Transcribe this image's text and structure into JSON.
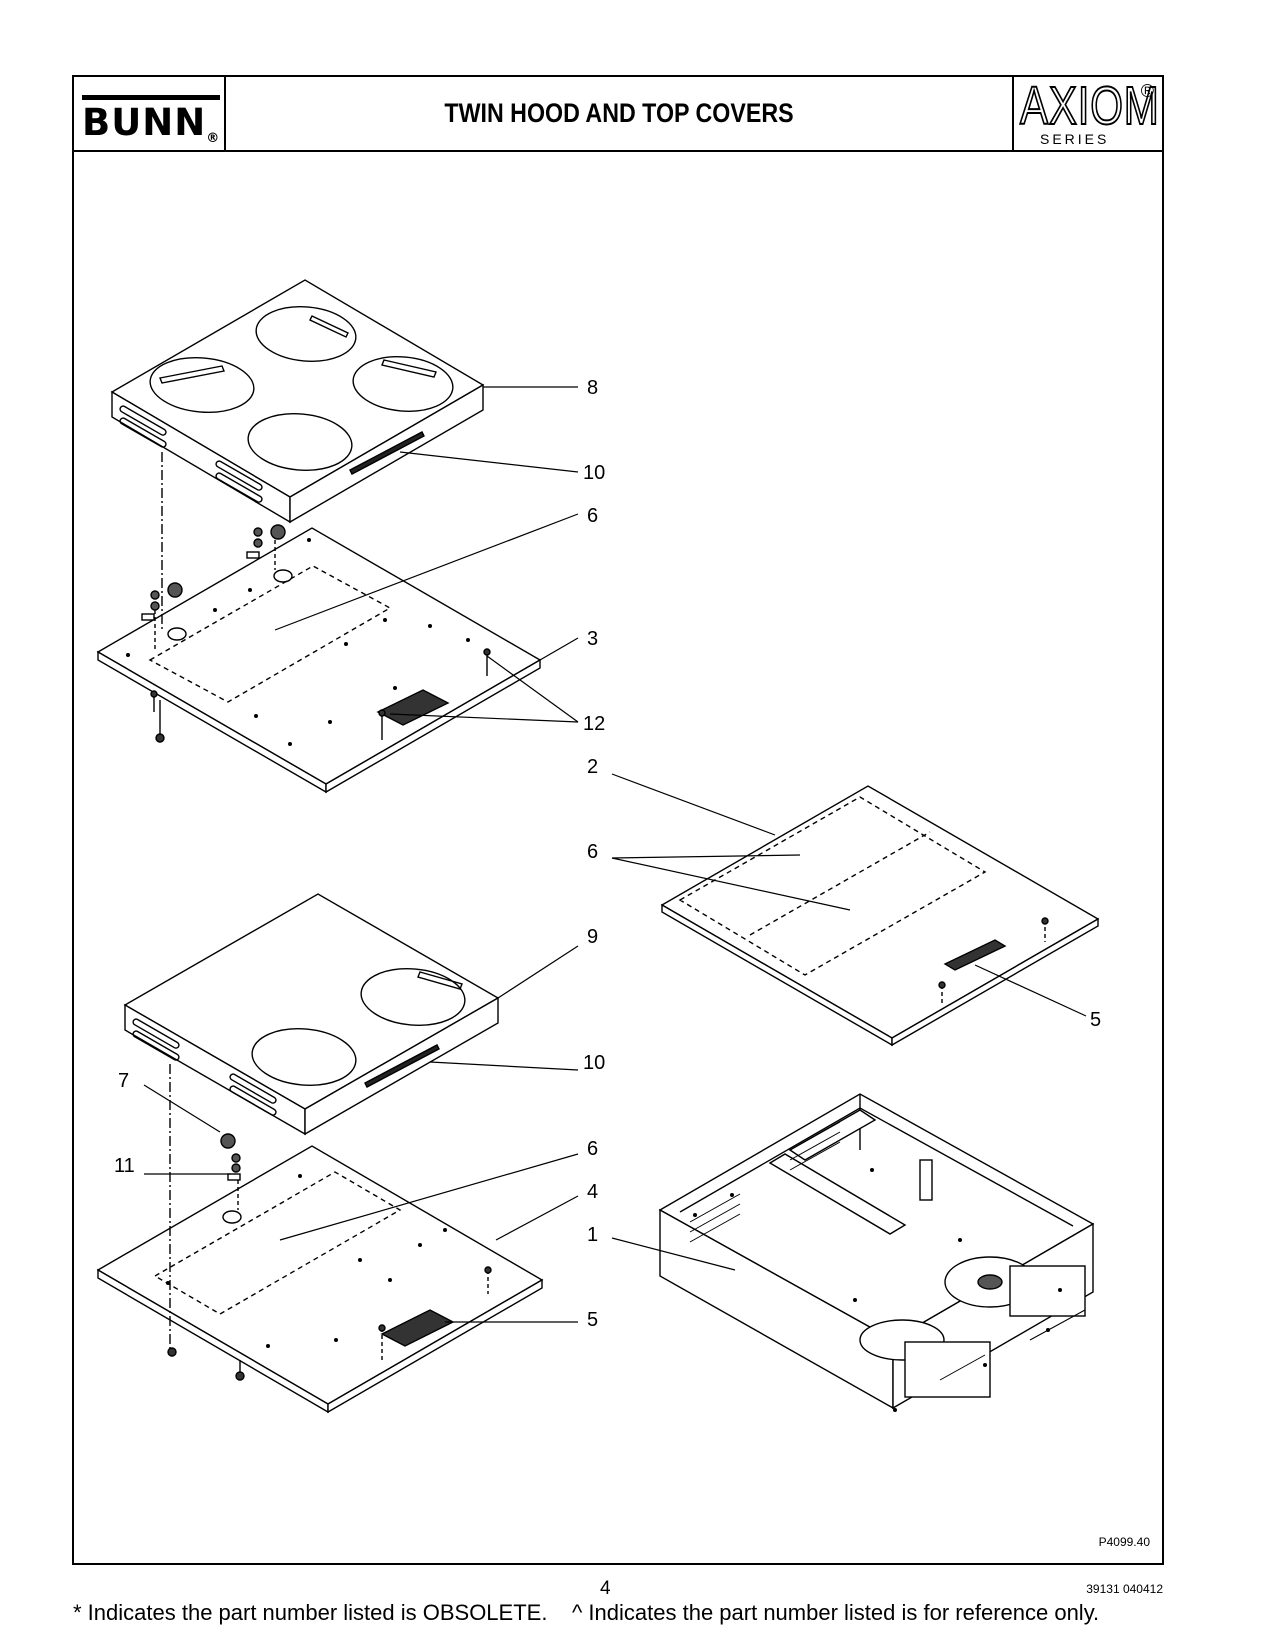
{
  "header": {
    "brand": "BUNN",
    "brand_mark": "®",
    "title": "TWIN HOOD AND TOP COVERS",
    "series_logo": "AXIOM",
    "series_logo_mark": "®",
    "series_word": "SERIES"
  },
  "figure_id": "P4099.40",
  "callouts": {
    "c8": "8",
    "c10a": "10",
    "c6a": "6",
    "c3": "3",
    "c12": "12",
    "c2": "2",
    "c6b": "6",
    "c9": "9",
    "c5a": "5",
    "c10b": "10",
    "c7": "7",
    "c11": "11",
    "c6c": "6",
    "c4": "4",
    "c1": "1",
    "c5b": "5"
  },
  "footer": {
    "page_number": "4",
    "doc_code": "39131 040412",
    "note_obsolete": "* Indicates the part number listed is OBSOLETE.",
    "note_reference": "^ Indicates the part number listed is for reference only."
  }
}
